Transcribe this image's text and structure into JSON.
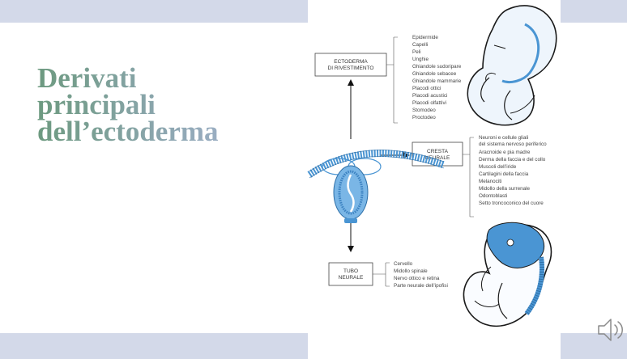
{
  "slide": {
    "title_lines": [
      "Derivati",
      "principali",
      "dell’ectoderma"
    ]
  },
  "boxes": {
    "ectoderm": [
      "ECTODERMA",
      "DI RIVESTIMENTO"
    ],
    "crest": [
      "CRESTA",
      "NEURALE"
    ],
    "tube": [
      "TUBO",
      "NEURALE"
    ]
  },
  "lists": {
    "ectoderm": [
      "Epidermide",
      "Capelli",
      "Peli",
      "Unghie",
      "Ghiandole sudoripare",
      "Ghiandole sebacee",
      "Ghiandole mammarie",
      "Placodi ottici",
      "Placodi acustici",
      "Placodi olfattivi",
      "Stomodeo",
      "Proctodeo"
    ],
    "crest": [
      "Neuroni e cellule gliali",
      "del sistema nervoso periferico",
      "Aracnoide e pia madre",
      "Derma della faccia e del collo",
      "Muscoli dell’iride",
      "Cartilagini della faccia",
      "Melanociti",
      "Midollo della surrenale",
      "Odontoblasti",
      "Setto troncoconico del cuore"
    ],
    "tube": [
      "Cervello",
      "Midollo spinale",
      "Nervo ottico e retina",
      "Parte neurale dell’ipofisi"
    ]
  },
  "colors": {
    "accent_blue": "#4a95d3",
    "light_blue": "#7ab6e6",
    "title_green": "#6d9a80",
    "background": "#d3d9e9"
  },
  "icons": {
    "audio": "speaker-icon"
  }
}
